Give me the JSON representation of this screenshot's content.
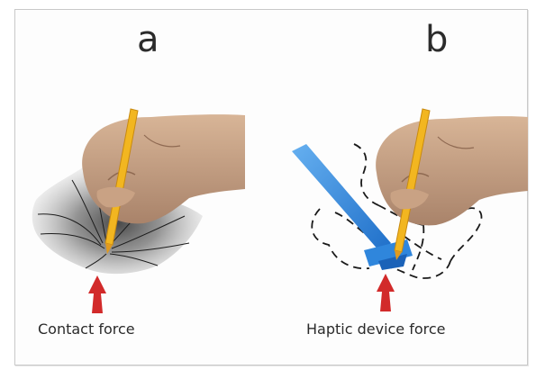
{
  "panels": [
    {
      "letter": "a",
      "caption": "Contact force"
    },
    {
      "letter": "b",
      "caption": "Haptic device force"
    }
  ],
  "colors": {
    "pen": "#f2b620",
    "skin": "#c9a487",
    "force_arrow": "#d22a2a",
    "haptic_arm": "#3b8fe0",
    "contact_shadow": "#555555"
  },
  "icons": {
    "left_force": "red-up-arrow-icon",
    "right_force": "red-up-arrow-icon"
  }
}
